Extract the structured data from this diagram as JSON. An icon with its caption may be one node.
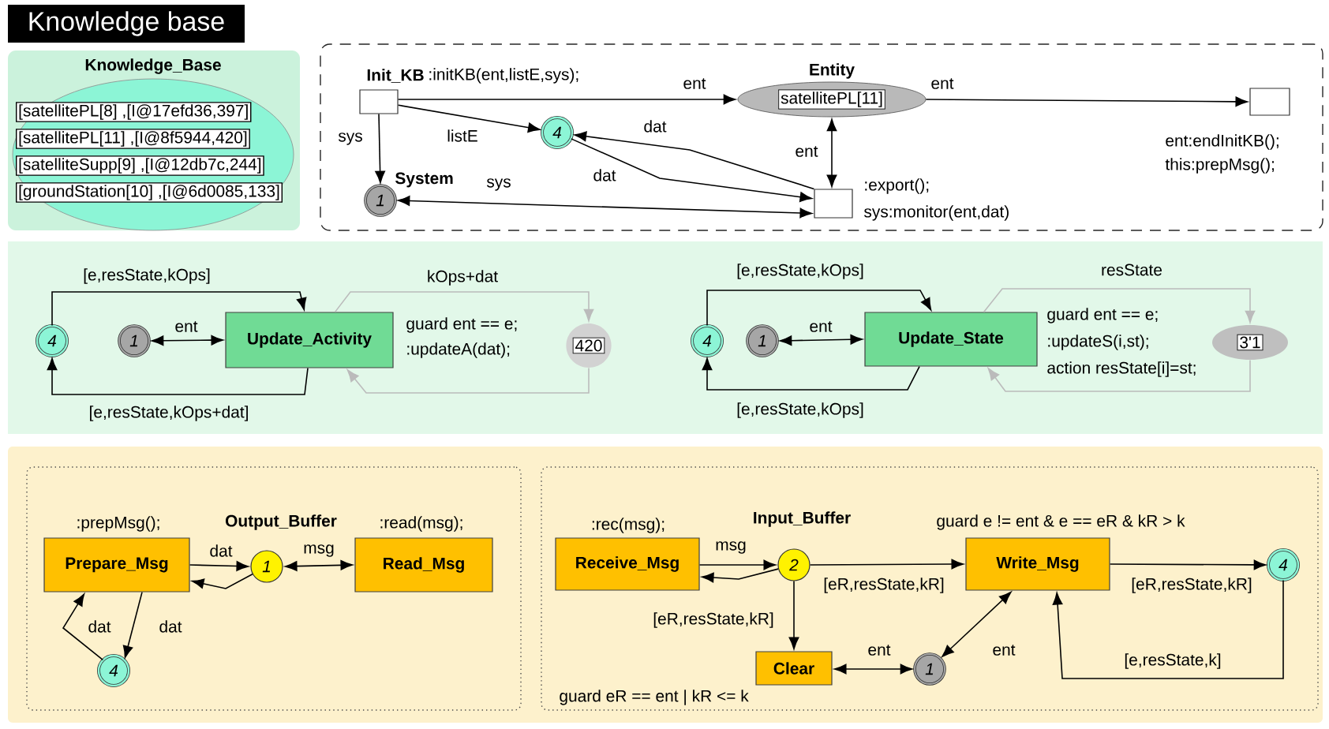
{
  "diagram": {
    "title": "Knowledge base",
    "nodes": [
      {
        "text": [],
        "shape": "box"
      },
      {
        "text": [
          "Knowledge_Base"
        ],
        "in": 0
      },
      {
        "text": [
          "[satellitePL[8] ,[I@17efd36,397]"
        ],
        "in": 1
      },
      {
        "text": [
          "[satellitePL[11] ,[I@8f5944,420]"
        ],
        "in": 1
      },
      {
        "text": [
          "[satelliteSupp[9] ,[I@12db7c,244]"
        ],
        "in": 1
      },
      {
        "text": [
          "[groundStation[10] ,[I@6d0085,133]"
        ],
        "in": 1
      },
      {
        "text": [],
        "shape": "box"
      },
      {
        "text": [
          "Init_KB",
          ":initKB(ent,listE,sys);"
        ],
        "in": 6
      },
      {
        "text": [
          "4"
        ],
        "in": 6
      },
      {
        "text": [
          "System",
          "1"
        ],
        "in": 6
      },
      {
        "text": [
          "Entity",
          "satellitePL[11]"
        ],
        "in": 6
      },
      {
        "text": [
          "ent:endInitKB();",
          "this:prepMsg();"
        ],
        "in": 6
      },
      {
        "text": [
          ":export();",
          "sys:monitor(ent,dat)"
        ],
        "in": 6
      },
      {
        "text": [],
        "shape": "box"
      },
      {
        "text": [
          "4"
        ],
        "in": 13
      },
      {
        "text": [
          "1"
        ],
        "in": 13
      },
      {
        "text": [
          "Update_Activity"
        ],
        "beside": [
          "guard ent == e;",
          ":updateA(dat);"
        ],
        "in": 13
      },
      {
        "text": [
          "420"
        ],
        "in": 13
      },
      {
        "text": [
          "4"
        ],
        "in": 13
      },
      {
        "text": [
          "1"
        ],
        "in": 13
      },
      {
        "text": [
          "Update_State"
        ],
        "beside": [
          "guard ent == e;",
          ":updateS(i,st);",
          "action resState[i]=st;"
        ],
        "in": 13
      },
      {
        "text": [
          "3'1"
        ],
        "in": 13
      },
      {
        "text": [],
        "shape": "box"
      },
      {
        "text": [],
        "shape": "box",
        "in": 22
      },
      {
        "text": [
          "Prepare_Msg"
        ],
        "beside": [
          ":prepMsg();"
        ],
        "in": 23
      },
      {
        "text": [
          "Output_Buffer",
          "1"
        ],
        "in": 23
      },
      {
        "text": [
          "Read_Msg"
        ],
        "beside": [
          ":read(msg);"
        ],
        "in": 23
      },
      {
        "text": [
          "4"
        ],
        "in": 23
      },
      {
        "text": [],
        "shape": "box",
        "in": 22
      },
      {
        "text": [
          "Receive_Msg"
        ],
        "beside": [
          ":rec(msg);"
        ],
        "in": 28
      },
      {
        "text": [
          "Input_Buffer",
          "2"
        ],
        "in": 28
      },
      {
        "text": [
          "Write_Msg"
        ],
        "beside": [
          "guard e != ent & e == eR & kR > k"
        ],
        "in": 28
      },
      {
        "text": [
          "4"
        ],
        "in": 28
      },
      {
        "text": [
          "Clear"
        ],
        "beside": [
          "guard eR == ent | kR <= k"
        ],
        "in": 28
      },
      {
        "text": [
          "1"
        ],
        "in": 28
      }
    ],
    "edges": [
      {
        "from": 7,
        "to": 9,
        "arrow": "to",
        "label": "sys"
      },
      {
        "from": 7,
        "to": 8,
        "arrow": "to",
        "label": "listE"
      },
      {
        "from": 7,
        "to": 10,
        "arrow": "to",
        "label": "ent"
      },
      {
        "from": 10,
        "to": 11,
        "arrow": "to",
        "label": "ent"
      },
      {
        "from": 10,
        "to": 12,
        "arrow": "both",
        "label": "ent"
      },
      {
        "from": 12,
        "to": 8,
        "arrow": "to",
        "label": "dat"
      },
      {
        "from": 8,
        "to": 12,
        "arrow": "to",
        "label": "dat"
      },
      {
        "from": 12,
        "to": 9,
        "arrow": "both",
        "label": "sys"
      },
      {
        "from": 14,
        "to": 16,
        "arrow": "to",
        "label": "[e,resState,kOps]"
      },
      {
        "from": 16,
        "to": 14,
        "arrow": "to",
        "label": "[e,resState,kOps+dat]"
      },
      {
        "from": 15,
        "to": 16,
        "arrow": "both",
        "label": "ent"
      },
      {
        "from": 16,
        "to": 17,
        "arrow": "to",
        "label": "kOps+dat",
        "color": "#bbbbbb"
      },
      {
        "from": 17,
        "to": 16,
        "arrow": "to",
        "color": "#bbbbbb"
      },
      {
        "from": 18,
        "to": 20,
        "arrow": "to",
        "label": "[e,resState,kOps]"
      },
      {
        "from": 20,
        "to": 18,
        "arrow": "to",
        "label": "[e,resState,kOps]"
      },
      {
        "from": 19,
        "to": 20,
        "arrow": "both",
        "label": "ent"
      },
      {
        "from": 20,
        "to": 21,
        "arrow": "to",
        "label": "resState",
        "color": "#bbbbbb"
      },
      {
        "from": 21,
        "to": 20,
        "arrow": "to",
        "color": "#bbbbbb"
      },
      {
        "from": 24,
        "to": 25,
        "arrow": "to",
        "label": "dat"
      },
      {
        "from": 25,
        "to": 24,
        "arrow": "to"
      },
      {
        "from": 25,
        "to": 26,
        "arrow": "both",
        "label": "msg"
      },
      {
        "from": 24,
        "to": 27,
        "arrow": "to",
        "label": "dat"
      },
      {
        "from": 27,
        "to": 24,
        "arrow": "to",
        "label": "dat"
      },
      {
        "from": 29,
        "to": 30,
        "arrow": "to",
        "label": "msg"
      },
      {
        "from": 30,
        "to": 29,
        "arrow": "to"
      },
      {
        "from": 30,
        "to": 31,
        "arrow": "to",
        "label": "[eR,resState,kR]"
      },
      {
        "from": 31,
        "to": 32,
        "arrow": "to",
        "label": "[eR,resState,kR]"
      },
      {
        "from": 30,
        "to": 33,
        "arrow": "to",
        "label": "[eR,resState,kR]"
      },
      {
        "from": 33,
        "to": 34,
        "arrow": "both",
        "label": "ent"
      },
      {
        "from": 34,
        "to": 31,
        "arrow": "both",
        "label": "ent"
      },
      {
        "from": 32,
        "to": 31,
        "arrow": "to",
        "label": "[e,resState,k]"
      }
    ]
  }
}
